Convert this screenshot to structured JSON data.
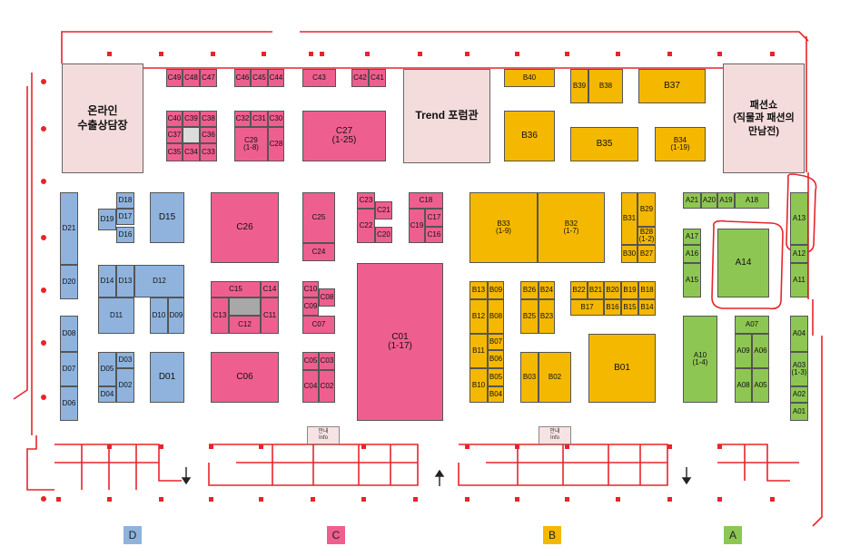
{
  "colors": {
    "D": "#8fb3dd",
    "C": "#ee5f8f",
    "B": "#f5b800",
    "A": "#8ec653",
    "hall": "#f5dcdc",
    "wall": "#e8242a"
  },
  "halls": {
    "online": "온라인\n수출상담장",
    "trend": "Trend  포럼관",
    "fashion": "패션쇼\n(직물과 패션의\n만남전)"
  },
  "info_desks": [
    "안내\nInfo",
    "안내\nInfo"
  ],
  "legend": [
    "D",
    "C",
    "B",
    "A"
  ],
  "booths": {
    "D": [
      "D21",
      "D20",
      "D08",
      "D07",
      "D06",
      "D18",
      "D19",
      "D17",
      "D16",
      "D15",
      "D14",
      "D13",
      "D12",
      "D11",
      "D10",
      "D09",
      "D03",
      "D05",
      "D02",
      "D04",
      "D01"
    ],
    "C": [
      "C49",
      "C48",
      "C47",
      "C46",
      "C45",
      "C44",
      "C43",
      "C42",
      "C41",
      "C40",
      "C39",
      "C38",
      "C37",
      "C36",
      "C35",
      "C34",
      "C33",
      "C32",
      "C31",
      "C30",
      "C29\n(1-8)",
      "C28",
      "C27\n(1-25)",
      "C26",
      "C25",
      "C24",
      "C23",
      "C21",
      "C22",
      "C20",
      "C18",
      "C17",
      "C19",
      "C16",
      "C15",
      "C14",
      "C13",
      "C12",
      "C11",
      "C10",
      "C08",
      "C09",
      "C07",
      "C01\n(1-17)",
      "C06",
      "C05",
      "C03",
      "C04",
      "C02"
    ],
    "B": [
      "B40",
      "B39",
      "B38",
      "B37",
      "B36",
      "B35",
      "B34\n(1-19)",
      "B33\n(1-9)",
      "B32\n(1-7)",
      "B31",
      "B29",
      "B28\n(1-2)",
      "B30",
      "B27",
      "B13",
      "B09",
      "B12",
      "B08",
      "B11",
      "B07",
      "B06",
      "B05",
      "B10",
      "B04",
      "B26",
      "B24",
      "B25",
      "B23",
      "B03",
      "B02",
      "B22",
      "B21",
      "B20",
      "B19",
      "B18",
      "B17",
      "B16",
      "B15",
      "B14",
      "B01"
    ],
    "A": [
      "A21",
      "A20",
      "A19",
      "A18",
      "A13",
      "A17",
      "A16",
      "A15",
      "A14",
      "A11",
      "A12",
      "A07",
      "A10\n(1-4)",
      "A09",
      "A06",
      "A08",
      "A05",
      "A04",
      "A03\n(1-3)",
      "A02",
      "A01"
    ]
  }
}
